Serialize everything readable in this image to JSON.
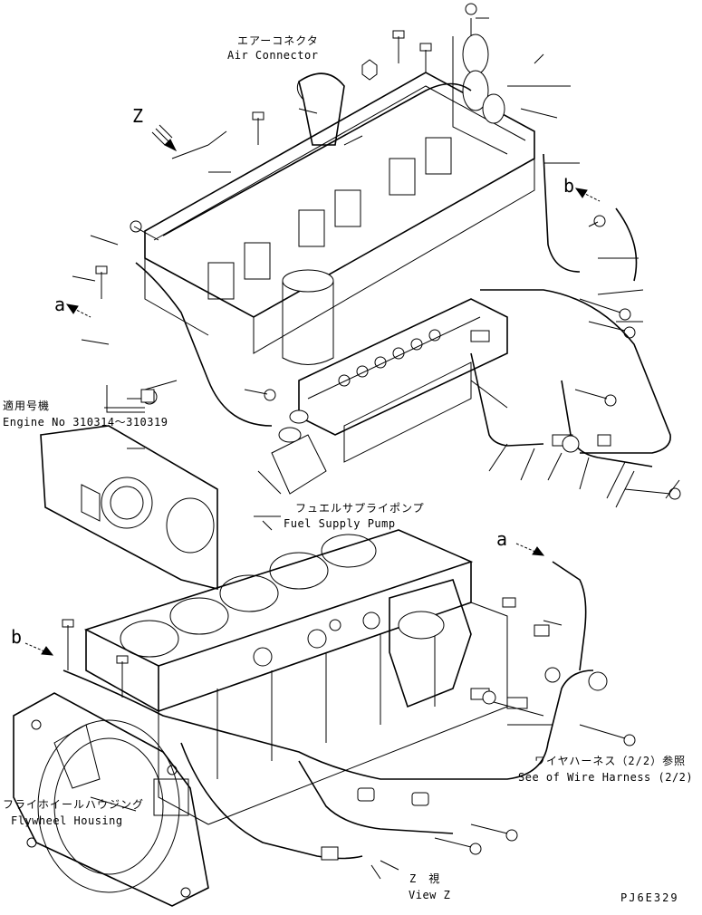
{
  "labels": {
    "air_connector_jp": "エアーコネクタ",
    "air_connector_en": "Air Connector",
    "view_letter": "Z",
    "ref_b_top": "b",
    "ref_a_left": "a",
    "applicable_jp": "適用号機",
    "engine_no": "Engine No 310314～310319",
    "fuel_pump_jp": "フュエルサプライポンプ",
    "fuel_pump_en": "Fuel Supply Pump",
    "ref_a_right": "a",
    "ref_b_left": "b",
    "wire_harness_jp": "ワイヤハーネス（2/2）参照",
    "wire_harness_en": "See of Wire Harness (2/2)",
    "flywheel_jp": "フライホイールハウジング",
    "flywheel_en": "Flywheel Housing",
    "view_z_jp": "Z　視",
    "view_z_en": "View Z",
    "drawing_code": "PJ6E329"
  }
}
